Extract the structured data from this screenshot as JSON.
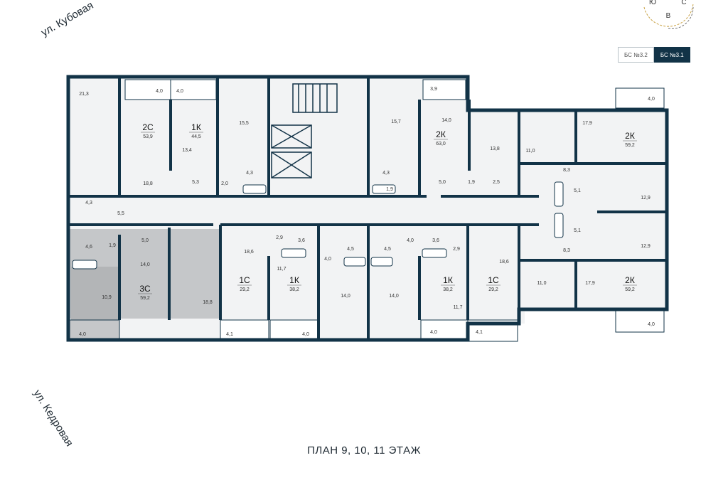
{
  "streets": {
    "top": "ул. Кубовая",
    "bottom": "ул. Кедровая"
  },
  "plan_title": "ПЛАН 9, 10, 11 ЭТАЖ",
  "compass": {
    "labels": [
      "Ю",
      "С",
      "В"
    ]
  },
  "sections": [
    {
      "label": "БС №3.2",
      "active": false
    },
    {
      "label": "БС №3.1",
      "active": true
    }
  ],
  "colors": {
    "wall": "#123347",
    "floor": "#f2f3f4",
    "highlight": "#c5c7c9",
    "highlight_dark": "#b3b5b7"
  },
  "apartments": [
    {
      "type": "2С",
      "area": "53,9"
    },
    {
      "type": "1К",
      "area": "44,5"
    },
    {
      "type": "2К",
      "area": "63,0"
    },
    {
      "type": "2К",
      "area": "59,2"
    },
    {
      "type": "3С",
      "area": "59,2",
      "highlighted": true
    },
    {
      "type": "1С",
      "area": "29,2"
    },
    {
      "type": "1К",
      "area": "38,2"
    },
    {
      "type": "1К",
      "area": "38,2"
    },
    {
      "type": "1С",
      "area": "29,2"
    },
    {
      "type": "2К",
      "area": "59,2"
    }
  ],
  "room_areas": [
    "21,3",
    "4,0",
    "4,0",
    "15,5",
    "13,4",
    "5,3",
    "2,0",
    "4,3",
    "18,8",
    "4,3",
    "5,5",
    "15,7",
    "4,3",
    "1,9",
    "3,9",
    "14,0",
    "13,8",
    "5,0",
    "1,9",
    "2,5",
    "11,0",
    "8,3",
    "17,9",
    "4,0",
    "12,9",
    "5,1",
    "5,1",
    "12,9",
    "8,3",
    "11,0",
    "17,9",
    "4,0",
    "4,6",
    "1,9",
    "5,0",
    "14,0",
    "10,9",
    "18,8",
    "4,0",
    "18,6",
    "2,9",
    "3,6",
    "11,7",
    "4,0",
    "4,5",
    "4,5",
    "4,0",
    "3,6",
    "2,9",
    "18,6",
    "11,7",
    "14,0",
    "14,0",
    "4,1",
    "4,0",
    "4,0",
    "4,1"
  ]
}
